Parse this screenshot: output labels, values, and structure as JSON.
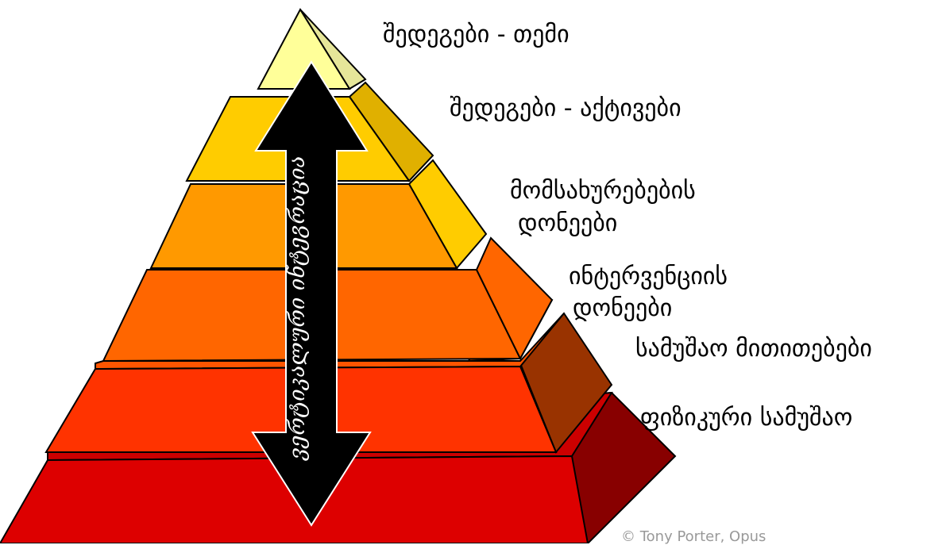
{
  "diagram": {
    "levels": [
      {
        "label": "შედეგები - თემი",
        "front": "#ffff99",
        "side": "#e6e699"
      },
      {
        "label": "შედეგები - აქტივები",
        "front": "#ffcc00",
        "side": "#e0b000"
      },
      {
        "label": "მომსახურებების დონეები",
        "label_line1": "მომსახურებების",
        "label_line2": "დონეები",
        "front": "#ff9900",
        "side": "#ffcc00"
      },
      {
        "label": "ინტერვენციის დონეები",
        "label_line1": "ინტერვენციის",
        "label_line2": "დონეები",
        "front": "#ff6600",
        "side": "#ff6600"
      },
      {
        "label": "სამუშაო მითითებები",
        "front": "#ff3300",
        "side": "#993300"
      },
      {
        "label": "ფიზიკური სამუშაო",
        "front": "#dd0000",
        "side": "#880000"
      }
    ],
    "arrow_text": "ვერტიკალური ინტეგრაცია",
    "copyright": "© Tony Porter, Opus"
  }
}
